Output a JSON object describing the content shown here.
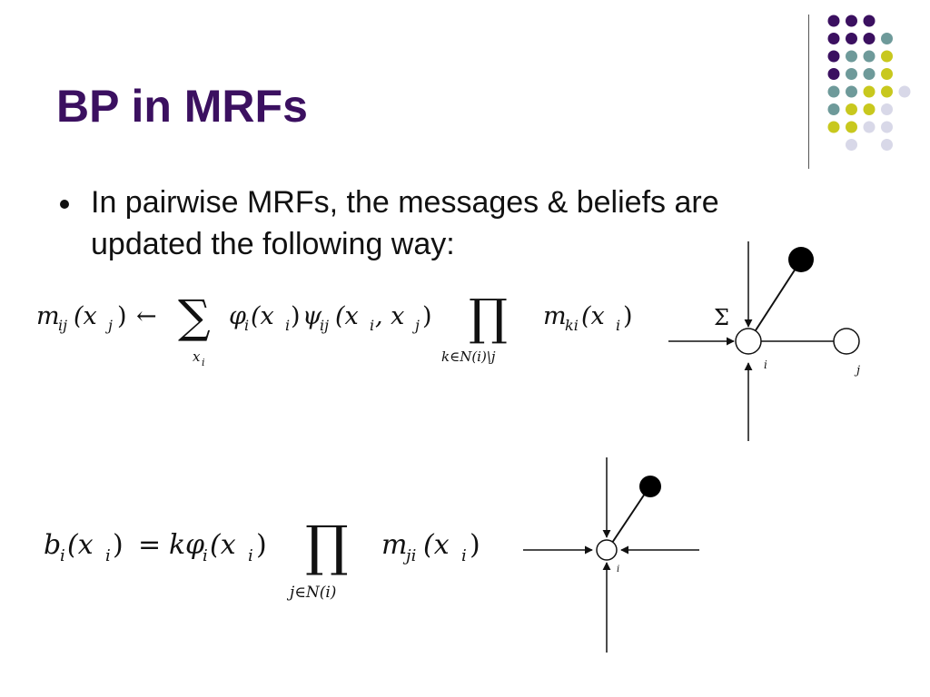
{
  "slide": {
    "title": "BP in MRFs",
    "bullets": [
      "In pairwise MRFs, the messages & beliefs are updated the following way:"
    ]
  },
  "decoration": {
    "dot_colors": [
      "#3b1060",
      "#6e9a9a",
      "#c8c81e",
      "#d8d8e8"
    ]
  },
  "formula_message": {
    "lhs": "m",
    "lhs_sub": "ij",
    "lhs_arg": "(x",
    "lhs_arg_sub": "j",
    "lhs_arg_close": ")",
    "arrow": "←",
    "sum_symbol": "∑",
    "sum_index": "x",
    "sum_index_sub": "i",
    "term_phi": "φ",
    "term_phi_sub": "i",
    "term_phi_arg": "(x",
    "term_phi_arg_sub": "i",
    "term_phi_arg_close": ")",
    "term_psi": "ψ",
    "term_psi_sub": "ij",
    "term_psi_arg": "(x",
    "term_psi_arg_sub1": "i",
    "term_psi_arg_mid": ", x",
    "term_psi_arg_sub2": "j",
    "term_psi_arg_close": ")",
    "prod_symbol": "∏",
    "prod_index": "k∈N(i)\\j",
    "term_m": "m",
    "term_m_sub": "ki",
    "term_m_arg": "(x",
    "term_m_arg_sub": "i",
    "term_m_arg_close": ")"
  },
  "formula_belief": {
    "lhs": "b",
    "lhs_sub": "i",
    "lhs_arg": "(x",
    "lhs_arg_sub": "i",
    "lhs_arg_close": ")",
    "equals": "=",
    "k": "k",
    "term_phi": "φ",
    "term_phi_sub": "i",
    "term_phi_arg": "(x",
    "term_phi_arg_sub": "i",
    "term_phi_arg_close": ")",
    "prod_symbol": "∏",
    "prod_index": "j∈N(i)",
    "term_m": "m",
    "term_m_sub": "ji",
    "term_m_arg": "(x",
    "term_m_arg_sub": "i",
    "term_m_arg_close": ")"
  },
  "diagram_message": {
    "sum_label": "Σ",
    "node_i_label": "i",
    "node_j_label": "j"
  },
  "diagram_belief": {
    "node_i_label": "i"
  }
}
